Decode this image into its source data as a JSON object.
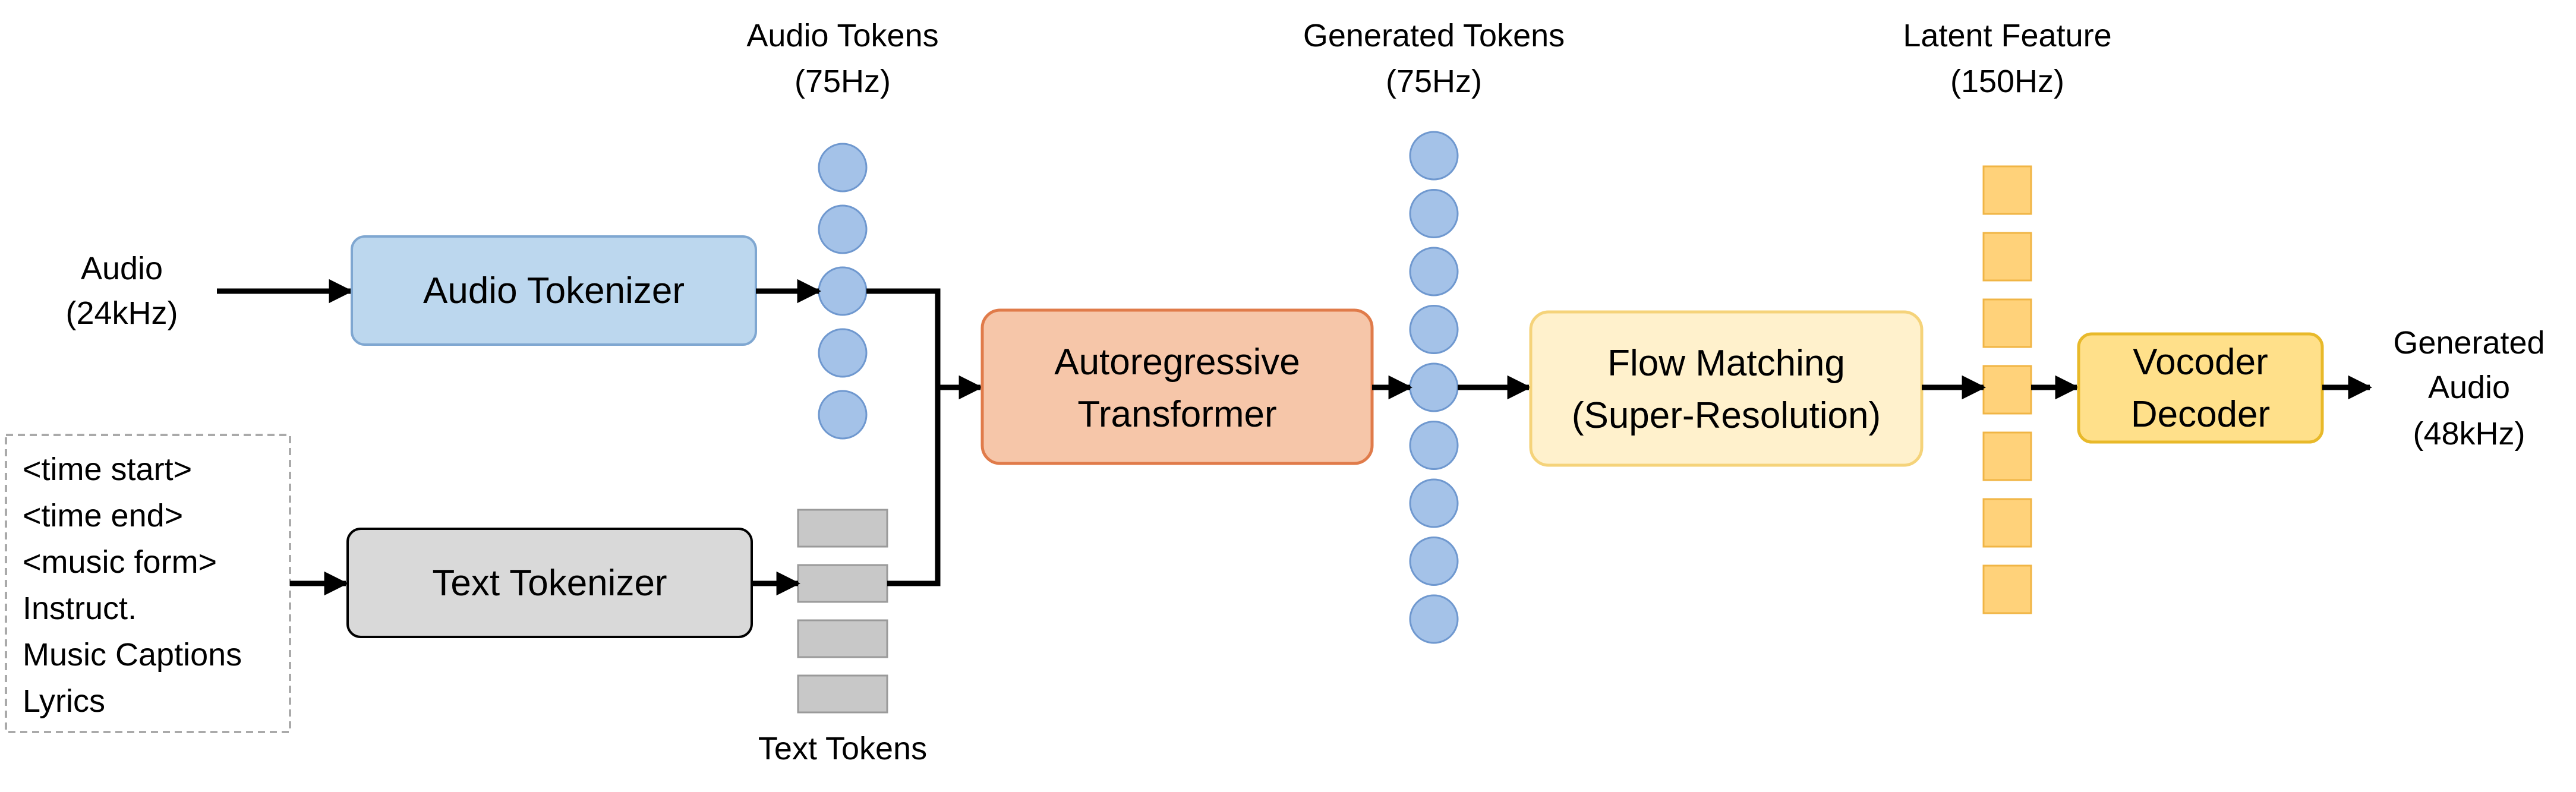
{
  "inputs": {
    "audio": {
      "line1": "Audio",
      "line2": "(24kHz)"
    },
    "text_conditions": [
      "<time start>",
      "<time end>",
      "<music form>",
      "Instruct.",
      "Music Captions",
      "Lyrics"
    ]
  },
  "blocks": {
    "audio_tokenizer": "Audio Tokenizer",
    "text_tokenizer": "Text Tokenizer",
    "transformer": {
      "line1": "Autoregressive",
      "line2": "Transformer"
    },
    "flow_matching": {
      "line1": "Flow Matching",
      "line2": "(Super-Resolution)"
    },
    "vocoder": {
      "line1": "Vocoder",
      "line2": "Decoder"
    }
  },
  "token_labels": {
    "audio_tokens": {
      "line1": "Audio Tokens",
      "line2": "(75Hz)"
    },
    "text_tokens": "Text Tokens",
    "generated_tokens": {
      "line1": "Generated Tokens",
      "line2": "(75Hz)"
    },
    "latent_feature": {
      "line1": "Latent Feature",
      "line2": "(150Hz)"
    }
  },
  "output": {
    "line1": "Generated",
    "line2": "Audio",
    "line3": "(48kHz)"
  },
  "token_counts": {
    "audio_tokens": 5,
    "text_tokens": 4,
    "generated_tokens": 9,
    "latent_feature": 7
  },
  "colors": {
    "audio_tokenizer_fill": "#bcd7ee",
    "audio_tokenizer_stroke": "#7fa7d1",
    "text_tokenizer_fill": "#d9d9d9",
    "text_tokenizer_stroke": "#000000",
    "transformer_fill": "#f6c6a9",
    "transformer_stroke": "#e07b4a",
    "flow_fill": "#fff1cc",
    "flow_stroke": "#f5d37a",
    "vocoder_fill": "#ffe08a",
    "vocoder_stroke": "#e8b92a",
    "token_circle_fill": "#a4c2e8",
    "token_circle_stroke": "#6f98cf",
    "text_token_fill": "#c8c8c8",
    "text_token_stroke": "#9a9a9a",
    "latent_fill": "#ffd27a",
    "latent_stroke": "#f0b545",
    "dashed_border": "#aaaaaa"
  }
}
